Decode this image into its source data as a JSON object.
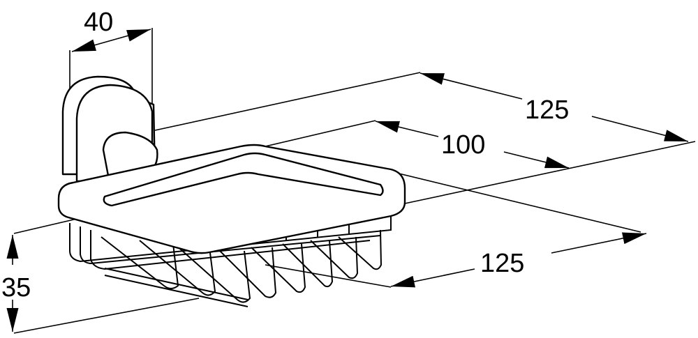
{
  "drawing": {
    "subject": "soap-basket",
    "dimensions": {
      "depth_backplate": "40",
      "overall_projection": "125",
      "basket_depth": "100",
      "basket_width": "125",
      "height": "35"
    },
    "colors": {
      "line": "#000000",
      "background": "#ffffff"
    }
  }
}
